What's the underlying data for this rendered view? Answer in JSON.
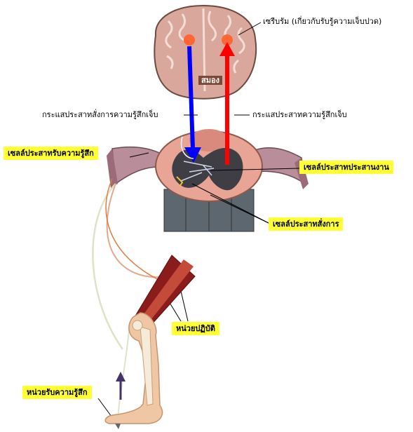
{
  "labels": {
    "cerebrum": "เซรีบรัม (เกี่ยวกับรับรู้ความเจ็บปวด)",
    "brain": "สมอง",
    "motor_signal": "กระแสประสาทสั่งการความรู้สึกเจ็บ",
    "pain_signal": "กระแสประสาทความรู้สึกเจ็บ",
    "sensory_neuron": "เซลล์ประสาทรับความรู้สึก",
    "interneuron": "เซลล์ประสาทประสานงาน",
    "motor_neuron": "เซลล์ประสาทสั่งการ",
    "effector": "หน่วยปฏิบัติ",
    "receptor": "หน่วยรับความรู้สึก"
  },
  "colors": {
    "descending_arrow": "#0000ff",
    "ascending_arrow": "#ff0000",
    "label_box": "#ffff33",
    "brain": "#d9a79c",
    "spinal_cord": "#e8a494",
    "muscle": "#8b1c1c"
  }
}
